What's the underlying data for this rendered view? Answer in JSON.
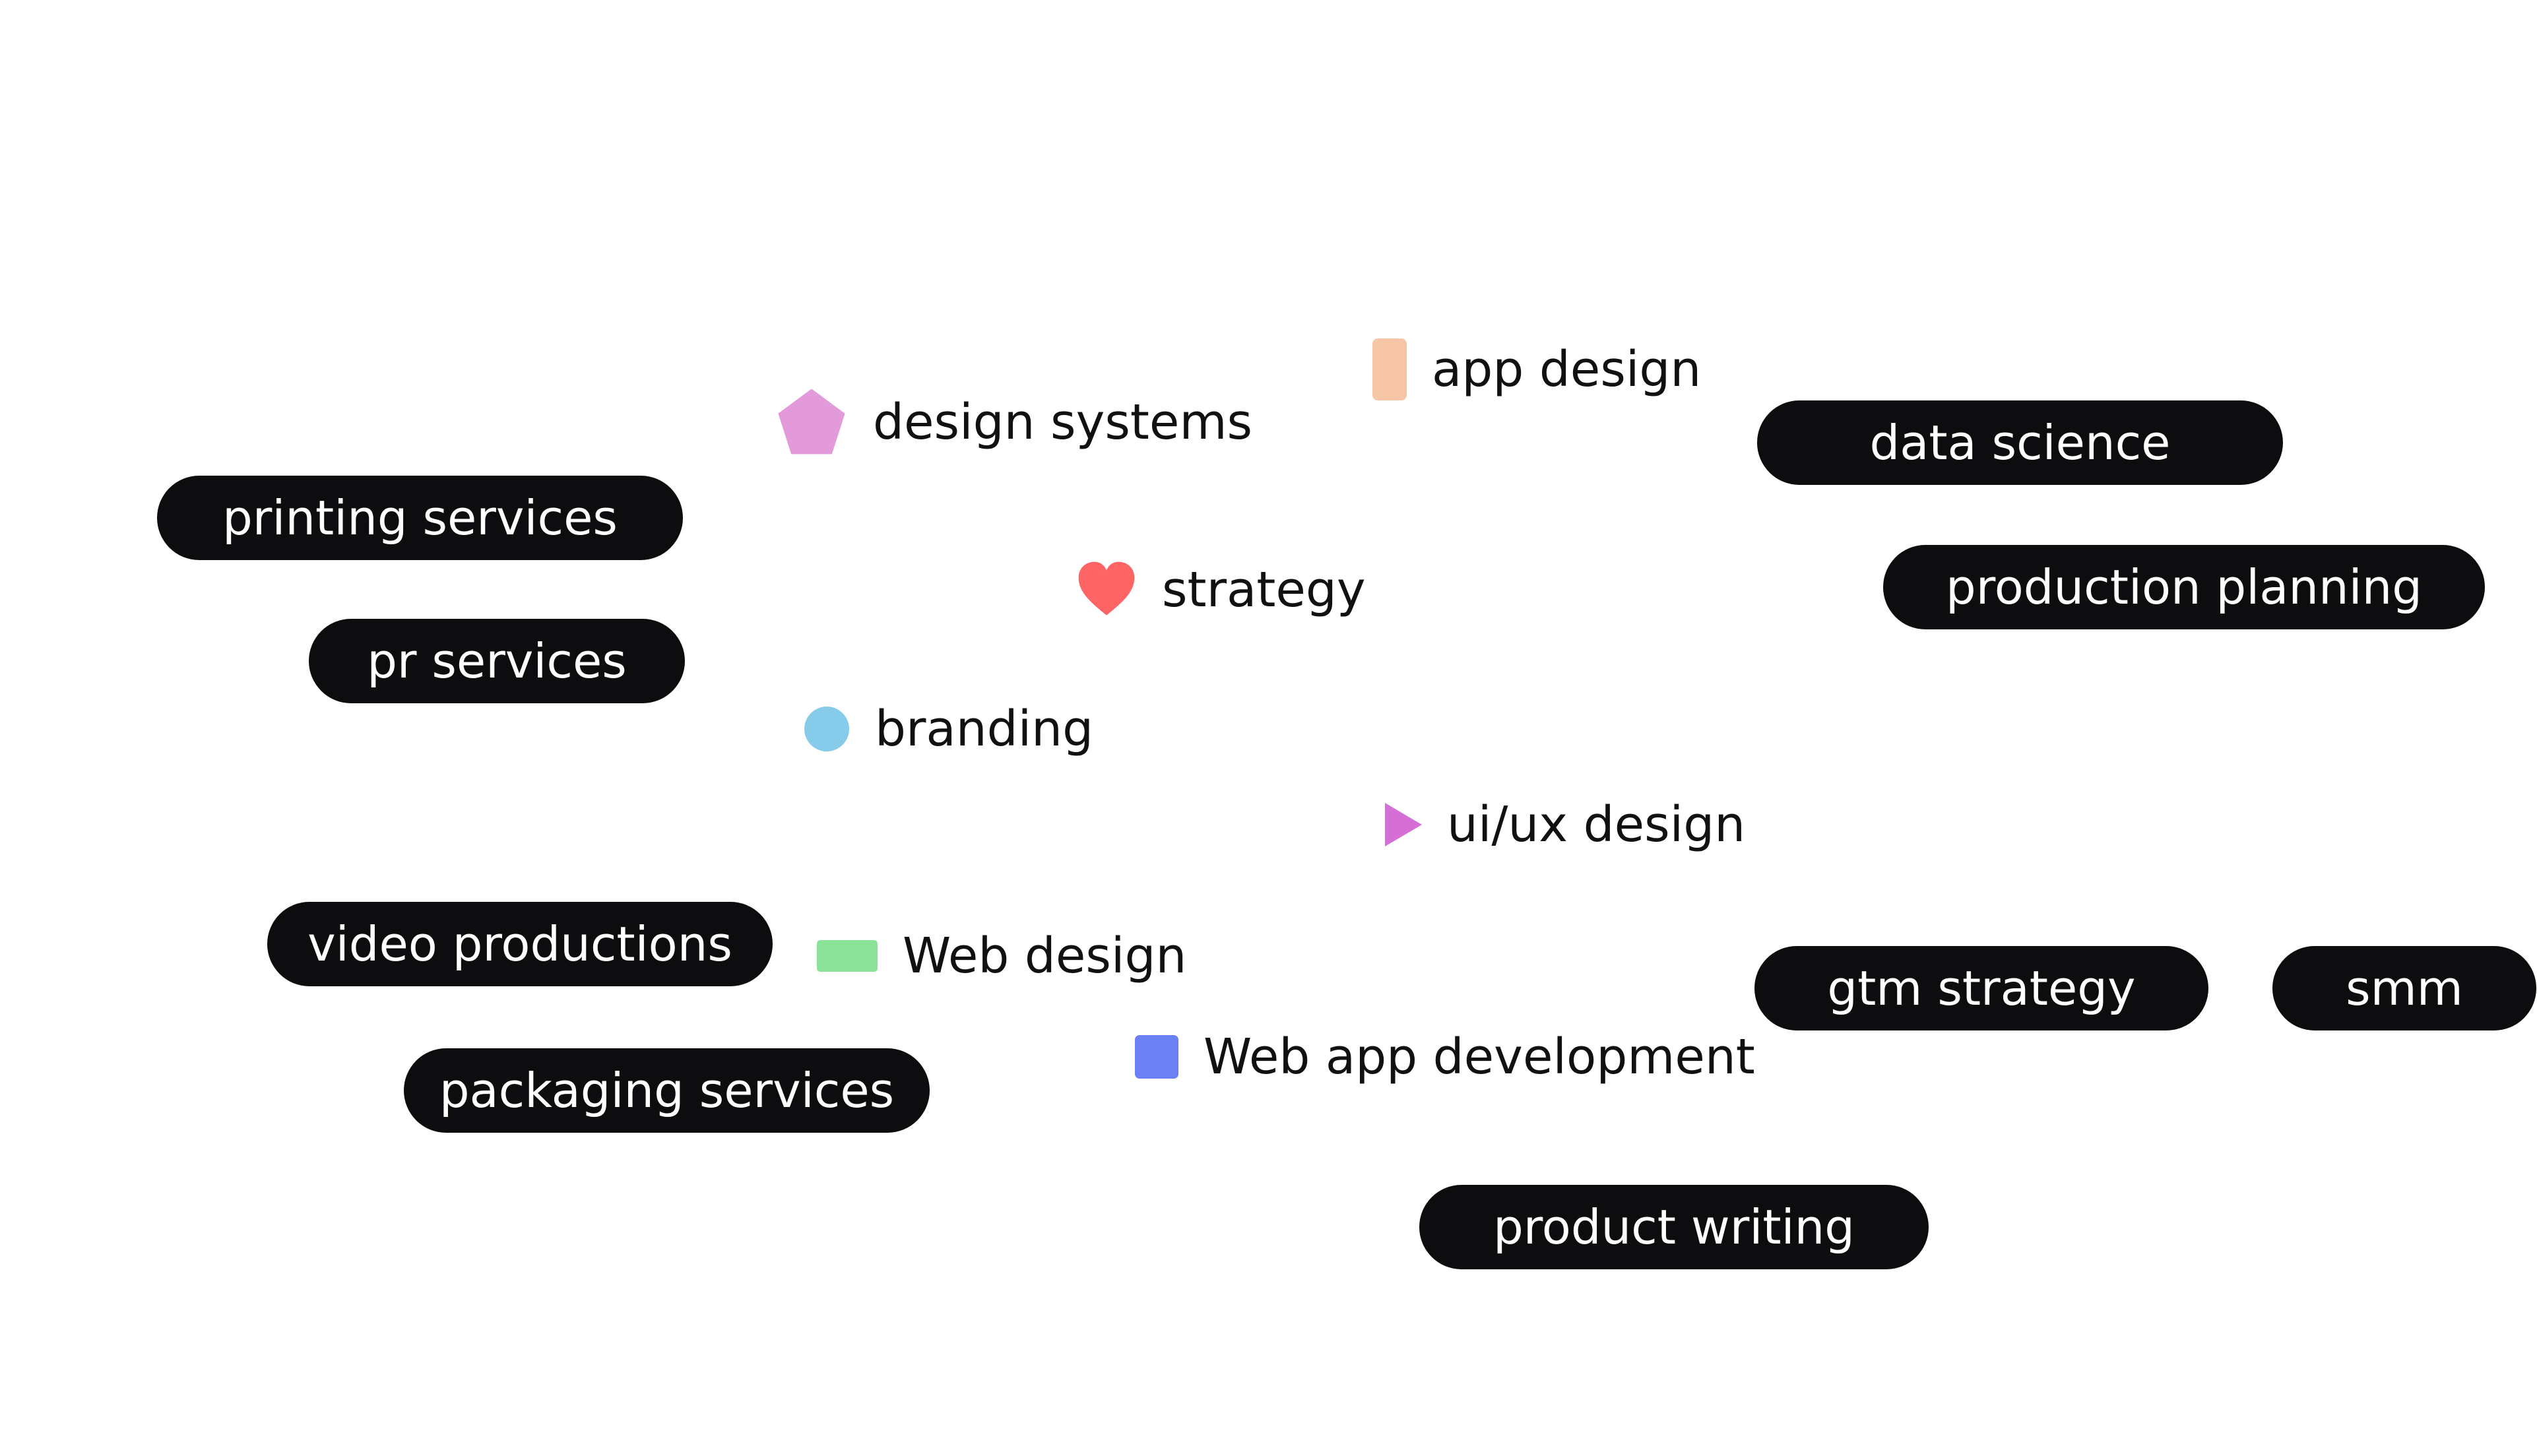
{
  "pills": {
    "printing_services": "printing services",
    "pr_services": "pr services",
    "video_productions": "video productions",
    "packaging_services": "packaging services",
    "data_science": "data science",
    "production_planning": "production planning",
    "gtm_strategy": "gtm strategy",
    "smm": "smm",
    "product_writing": "product writing"
  },
  "tags": {
    "design_systems": {
      "label": "design systems",
      "icon": "pentagon-icon",
      "color": "#E39ADB"
    },
    "app_design": {
      "label": "app design",
      "icon": "rounded-rectangle-icon",
      "color": "#F6C6A6"
    },
    "strategy": {
      "label": "strategy",
      "icon": "heart-icon",
      "color": "#FF6464"
    },
    "branding": {
      "label": "branding",
      "icon": "circle-icon",
      "color": "#86CBEA"
    },
    "ui_ux_design": {
      "label": "ui/ux design",
      "icon": "play-triangle-icon",
      "color": "#D56FD6"
    },
    "web_design": {
      "label": "Web design",
      "icon": "rectangle-icon",
      "color": "#8BE39A"
    },
    "web_app_development": {
      "label": "Web app development",
      "icon": "square-icon",
      "color": "#6B80F5"
    }
  }
}
